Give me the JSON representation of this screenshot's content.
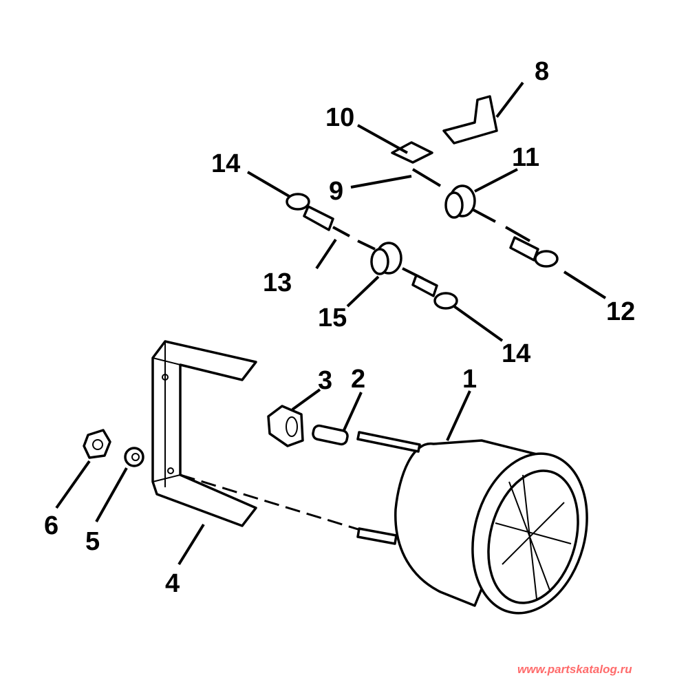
{
  "labels": {
    "p1": "1",
    "p2": "2",
    "p3": "3",
    "p4": "4",
    "p5": "5",
    "p6": "6",
    "p8": "8",
    "p9": "9",
    "p10": "10",
    "p11": "11",
    "p12": "12",
    "p13": "13",
    "p14a": "14",
    "p14b": "14",
    "p15": "15"
  },
  "watermark": "www.partskatalog.ru",
  "colors": {
    "watermark": "#ff6b6b",
    "line": "#000000"
  }
}
